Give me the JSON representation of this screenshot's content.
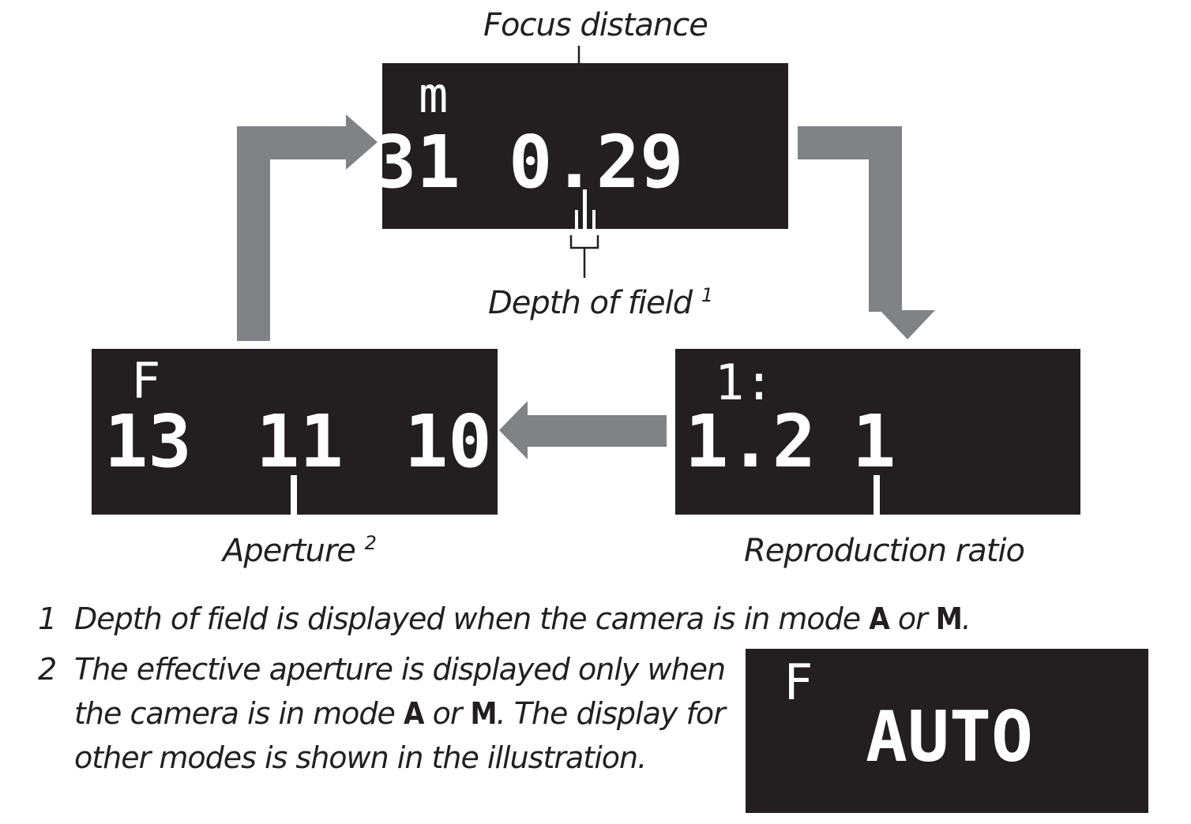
{
  "labels": {
    "focus_distance": "Focus distance",
    "depth_of_field": "Depth of field",
    "depth_of_field_note_ref": "1",
    "aperture": "Aperture",
    "aperture_note_ref": "2",
    "reproduction_ratio": "Reproduction ratio"
  },
  "focus_display": {
    "unit": "m",
    "left_value": "31",
    "value": "0.29"
  },
  "aperture_display": {
    "unit": "F",
    "values": [
      "13",
      "11",
      "10"
    ]
  },
  "ratio_display": {
    "unit": "1:",
    "values": [
      "1.2",
      "1"
    ]
  },
  "auto_display": {
    "unit": "F",
    "value": "AUTO"
  },
  "notes": [
    {
      "number": "1",
      "text_before": "Depth of field is displayed when the camera is in mode ",
      "mode_a": "A",
      "text_or": " or ",
      "mode_m": "M",
      "text_after": "."
    },
    {
      "number": "2",
      "line1": "The effective aperture is displayed only when",
      "line2_before": "the camera is in mode ",
      "mode_a": "A",
      "line2_or": " or ",
      "mode_m": "M",
      "line2_after": ". The display for",
      "line3": "other modes is shown in the illustration."
    }
  ],
  "colors": {
    "lcd_background": "#231f20",
    "lcd_text": "#ffffff",
    "arrow": "#808285",
    "text": "#231f20"
  }
}
